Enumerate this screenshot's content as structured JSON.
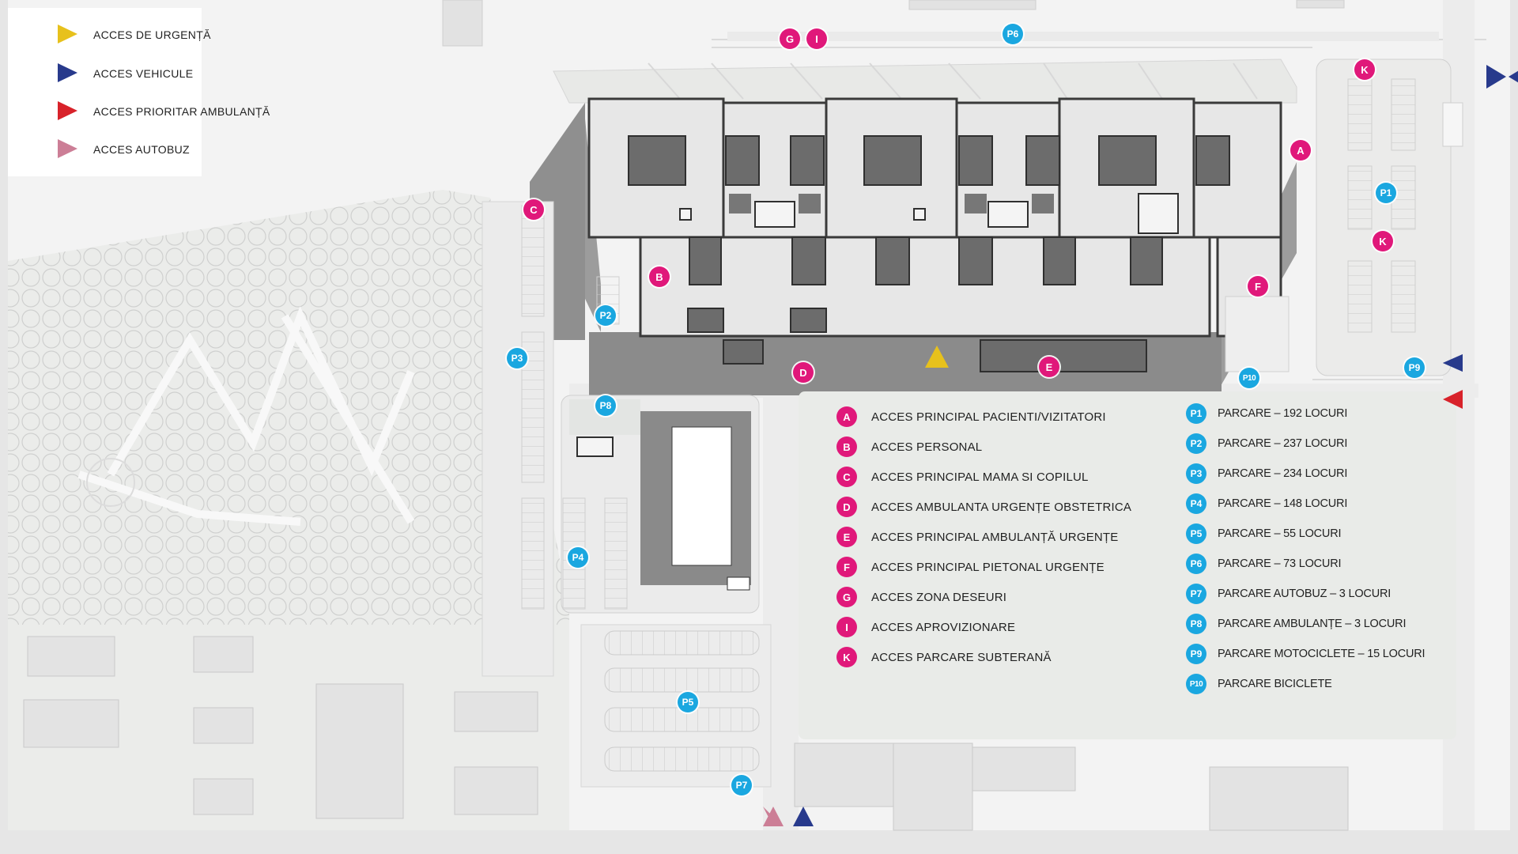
{
  "entrance_legend": [
    {
      "label": "ACCES DE URGENȚĂ",
      "color": "#e7c11c",
      "direction": "right"
    },
    {
      "label": "ACCES VEHICULE",
      "color": "#283a8c",
      "direction": "right"
    },
    {
      "label": "ACCES PRIORITAR AMBULANȚĂ",
      "color": "#d8222a",
      "direction": "right"
    },
    {
      "label": "ACCES AUTOBUZ",
      "color": "#cc7e96",
      "direction": "right"
    }
  ],
  "access_points": [
    {
      "code": "A",
      "label": "ACCES PRINCIPAL PACIENTI/VIZITATORI"
    },
    {
      "code": "B",
      "label": "ACCES PERSONAL"
    },
    {
      "code": "C",
      "label": "ACCES PRINCIPAL MAMA SI COPILUL"
    },
    {
      "code": "D",
      "label": "ACCES AMBULANTA URGENȚE OBSTETRICA"
    },
    {
      "code": "E",
      "label": "ACCES PRINCIPAL AMBULANȚĂ URGENȚE"
    },
    {
      "code": "F",
      "label": "ACCES PRINCIPAL PIETONAL URGENȚE"
    },
    {
      "code": "G",
      "label": "ACCES ZONA DESEURI"
    },
    {
      "code": "I",
      "label": "ACCES APROVIZIONARE"
    },
    {
      "code": "K",
      "label": "ACCES PARCARE SUBTERANĂ"
    }
  ],
  "parking": [
    {
      "code": "P1",
      "label": "PARCARE – 192 LOCURI"
    },
    {
      "code": "P2",
      "label": "PARCARE – 237 LOCURI"
    },
    {
      "code": "P3",
      "label": "PARCARE – 234 LOCURI"
    },
    {
      "code": "P4",
      "label": "PARCARE – 148 LOCURI"
    },
    {
      "code": "P5",
      "label": "PARCARE – 55 LOCURI"
    },
    {
      "code": "P6",
      "label": "PARCARE – 73 LOCURI"
    },
    {
      "code": "P7",
      "label": "PARCARE AUTOBUZ – 3 LOCURI"
    },
    {
      "code": "P8",
      "label": "PARCARE AMBULANȚE – 3 LOCURI"
    },
    {
      "code": "P9",
      "label": "PARCARE MOTOCICLETE – 15 LOCURI"
    },
    {
      "code": "P10",
      "label": "PARCARE BICICLETE"
    }
  ],
  "map_markers": {
    "G": "G",
    "I": "I",
    "K1": "K",
    "K2": "K",
    "A": "A",
    "C": "C",
    "B": "B",
    "F": "F",
    "D": "D",
    "E": "E",
    "P6": "P6",
    "P1": "P1",
    "P2": "P2",
    "P3": "P3",
    "P8": "P8",
    "P4": "P4",
    "P5": "P5",
    "P7": "P7",
    "P9": "P9",
    "P10": "P10"
  },
  "colors": {
    "access_marker": "#e0187a",
    "parking_marker": "#1aa7e0",
    "building_roof": "#e4e4e4",
    "building_shadow": "#8a8a8a",
    "site_ground": "#f1f2f1",
    "park_green": "#ebecea"
  }
}
